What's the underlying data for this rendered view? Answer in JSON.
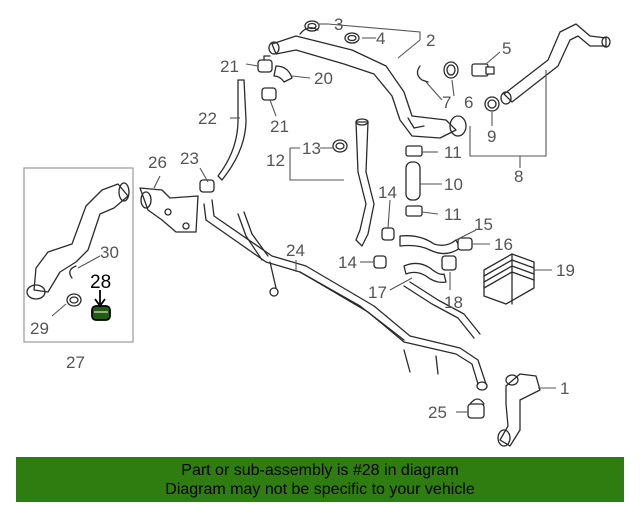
{
  "diagram": {
    "callouts": [
      "1",
      "2",
      "3",
      "4",
      "5",
      "6",
      "7",
      "8",
      "9",
      "10",
      "11",
      "11",
      "12",
      "13",
      "14",
      "14",
      "15",
      "16",
      "17",
      "18",
      "19",
      "20",
      "21",
      "21",
      "22",
      "23",
      "24",
      "25",
      "26",
      "27",
      "29",
      "30"
    ],
    "highlighted_callout": "28"
  },
  "banner": {
    "line1": "Part or sub-assembly is #28 in diagram",
    "line2": "Diagram may not be specific to your vehicle",
    "bg_color": "#2f7d10"
  },
  "colors": {
    "highlight_part": "#1f5e10"
  }
}
